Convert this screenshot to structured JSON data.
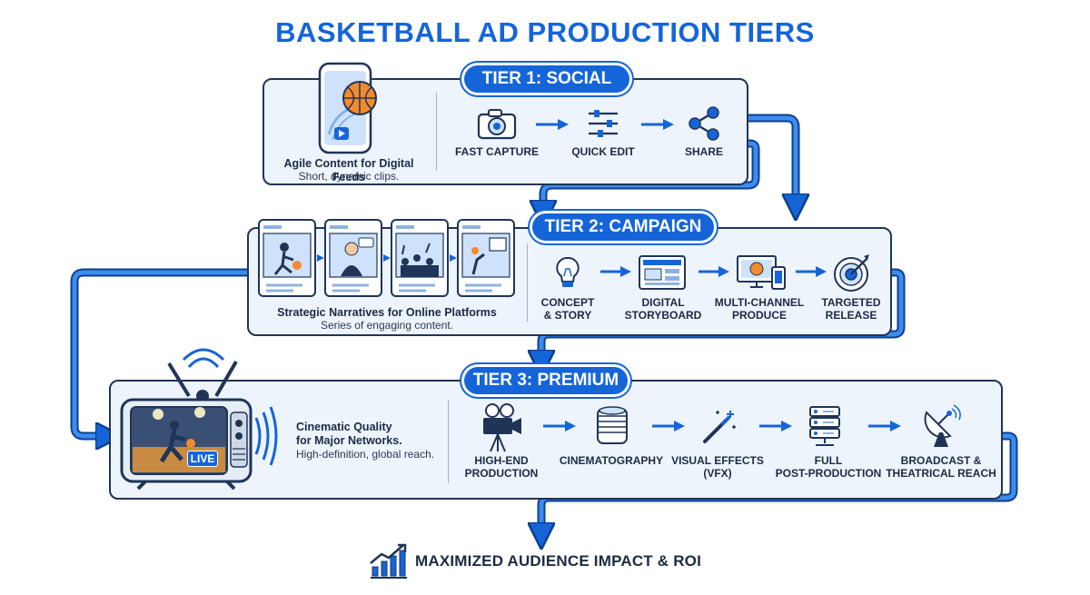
{
  "title": "BASKETBALL AD PRODUCTION TIERS",
  "colors": {
    "accent": "#1565d8",
    "outline": "#1f3558",
    "panel": "#eef4fc"
  },
  "tiers": [
    {
      "label": "TIER 1: SOCIAL",
      "description_title": "Agile Content for Digital Feeds",
      "description": "Short, dynamic clips.",
      "illustration": "smartphone-basketball-icon",
      "steps": [
        {
          "label": "FAST CAPTURE",
          "icon": "camera-icon"
        },
        {
          "label": "QUICK EDIT",
          "icon": "sliders-icon"
        },
        {
          "label": "SHARE",
          "icon": "share-icon"
        }
      ]
    },
    {
      "label": "TIER 2: CAMPAIGN",
      "description_title": "Strategic Narratives for Online Platforms",
      "description": "Series of engaging content.",
      "illustration": "storyboard-frames-icon",
      "steps": [
        {
          "label": "CONCEPT\n& STORY",
          "icon": "lightbulb-icon"
        },
        {
          "label": "DIGITAL\nSTORYBOARD",
          "icon": "storyboard-icon"
        },
        {
          "label": "MULTI-CHANNEL\nPRODUCE",
          "icon": "devices-icon"
        },
        {
          "label": "TARGETED\nRELEASE",
          "icon": "target-icon"
        }
      ]
    },
    {
      "label": "TIER 3: PREMIUM",
      "description_title": "Cinematic Quality\nfor Major Networks.",
      "description": "High-definition, global reach.",
      "illustration": "tv-broadcast-icon",
      "tv_badge": "LIVE",
      "steps": [
        {
          "label": "HIGH-END\nPRODUCTION",
          "icon": "film-camera-icon"
        },
        {
          "label": "CINEMATOGRAPHY",
          "icon": "lens-icon"
        },
        {
          "label": "VISUAL EFFECTS\n(VFX)",
          "icon": "magic-wand-icon"
        },
        {
          "label": "FULL\nPOST-PRODUCTION",
          "icon": "server-icon"
        },
        {
          "label": "BROADCAST &\nTHEATRICAL REACH",
          "icon": "satellite-dish-icon"
        }
      ]
    }
  ],
  "outcome": {
    "label": "MAXIMIZED AUDIENCE IMPACT & ROI",
    "icon": "growth-chart-icon"
  }
}
